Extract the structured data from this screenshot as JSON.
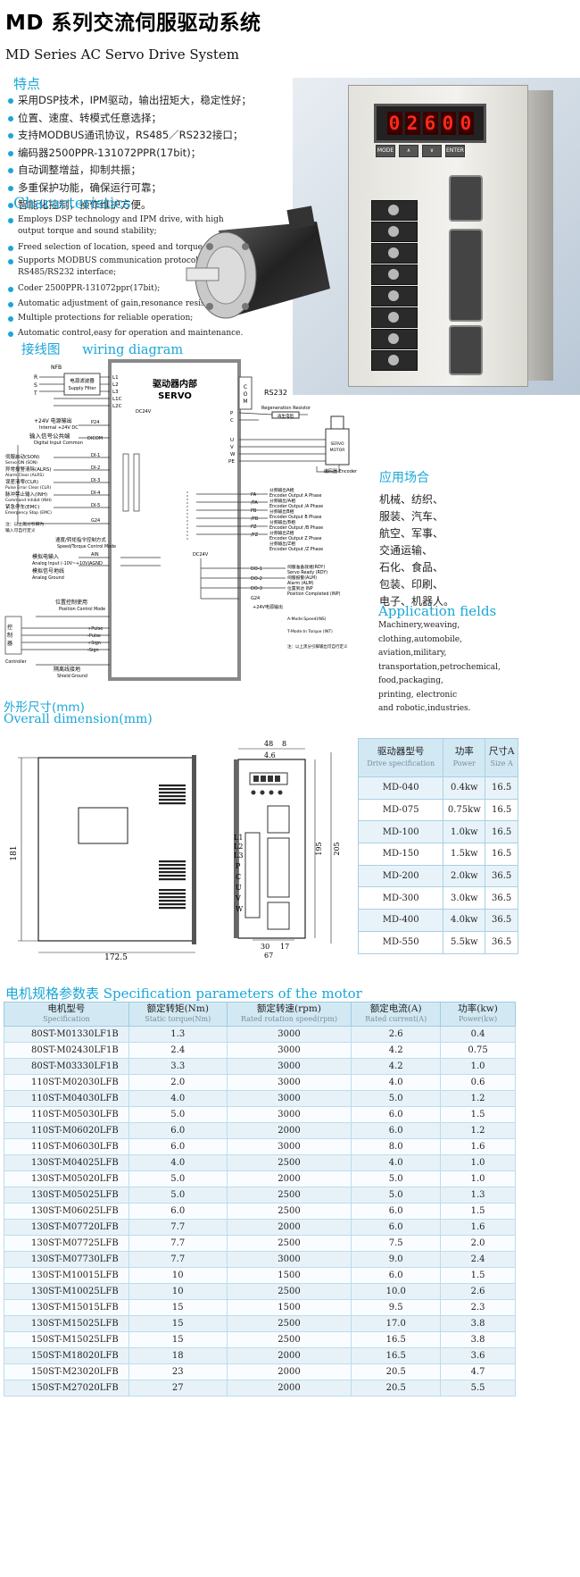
{
  "header": {
    "title_cn": "MD 系列交流伺服驱动系统",
    "title_en": "MD Series AC Servo Drive System"
  },
  "features_cn": {
    "heading": "特点",
    "items": [
      "采用DSP技术，IPM驱动，输出扭矩大，稳定性好；",
      "位置、速度、转模式任意选择；",
      "支持MODBUS通讯协议，RS485／RS232接口；",
      "编码器2500PPR-131072PPR(17bit)；",
      "自动调整增益，抑制共振；",
      "多重保护功能，确保运行可靠；",
      "智能化控制，操作维护方便。"
    ]
  },
  "features_en": {
    "heading": "Characteristics",
    "items": [
      "Employs DSP technology and IPM drive, with high output torque and sound stability;",
      "Freed selection of location, speed and torque mode;",
      "Supports MODBUS communication protocol and RS485/RS232 interface;",
      "Coder 2500PPR-131072ppr(17bit);",
      "Automatic adjustment of gain,resonance resistant;",
      "Multiple protections for reliable operation;",
      "Automatic control,easy for operation and maintenance."
    ]
  },
  "product": {
    "display_value": "02600",
    "buttons": [
      "MODE",
      "∧",
      "∨",
      "ENTER"
    ],
    "terminal_count": 8
  },
  "wiring": {
    "heading_cn": "接线图",
    "heading_en": "wiring diagram",
    "servo_title_cn": "驱动器内部",
    "servo_title_en": "SERVO",
    "com": "COM",
    "rs232": "RS232",
    "supply_filter_cn": "电源滤波器",
    "supply_filter_en": "Supply Filter",
    "mains": [
      "R",
      "S",
      "T"
    ],
    "mains_label": "NFB",
    "power_terms": [
      "L1",
      "L2",
      "L3",
      "L1C",
      "L2C"
    ],
    "terms_right": [
      "P",
      "C",
      "U",
      "V",
      "W",
      "PE"
    ],
    "regen": "Regeneration Resistor",
    "regen_cn": "再生电阻",
    "motor_box": "SERVO MOTOR",
    "encoder": "编码器 Encoder",
    "internal_24v": "+24V 电源输出",
    "internal_24v_en": "Internal +24V DC",
    "p24": "P24",
    "dc24v": "DC24V",
    "dig_in": "输入信号公共端",
    "dig_in_en": "Digital Input Common",
    "dicom": "DICOM",
    "inputs": [
      {
        "cn": "伺服启动(SON)",
        "en": "Servo ON (SON)",
        "t": "DI-1"
      },
      {
        "cn": "异常报警清除(ALRS)",
        "en": "Alarm Clear (ALRS)",
        "t": "DI-2"
      },
      {
        "cn": "误差清零(CLR)",
        "en": "Pulse Error Clear (CLR)",
        "t": "DI-3"
      },
      {
        "cn": "脉冲禁止输入(INH)",
        "en": "Command Inhibit (INH)",
        "t": "DI-4"
      },
      {
        "cn": "紧急停车(EMC)",
        "en": "Emergency Stop (EMC)",
        "t": "DI-5"
      }
    ],
    "g24": "G24",
    "note_in": "注：以上黑分引脚为输入可自行定义",
    "analog_title": "速度/转矩指令控制方式",
    "analog_title_en": "Speed/Torque Control Mode",
    "analog_in": "模拟电输入",
    "analog_in_en": "Analog Input (-10V~+10V)",
    "analog_gnd": "模拟信号地线",
    "analog_gnd_en": "Analog Ground",
    "ain": "AIN",
    "agnd": "AGND",
    "enc_outputs": [
      {
        "t": "PA",
        "cn": "分频输出A相",
        "en": "Encoder Output A Phase"
      },
      {
        "t": "/PA",
        "cn": "分频输出/A相",
        "en": "Encoder Output /A Phase"
      },
      {
        "t": "PB",
        "cn": "分频输出B相",
        "en": "Encoder Output B Phase"
      },
      {
        "t": "/PB",
        "cn": "分频输出/B相",
        "en": "Encoder Output /B Phase"
      },
      {
        "t": "PZ",
        "cn": "分频输出Z相",
        "en": "Encoder Output Z Phase"
      },
      {
        "t": "/PZ",
        "cn": "分频输出/Z相",
        "en": "Encoder Output /Z Phase"
      }
    ],
    "digital_outputs": [
      {
        "t": "DO-1",
        "cn": "伺服准备就绪(RDY)",
        "en": "Servo Ready (RDY)"
      },
      {
        "t": "DO-2",
        "cn": "伺服报警(ALM)",
        "en": "Alarm (ALM)"
      },
      {
        "t": "DO-3",
        "cn": "位置到达 INP",
        "en": "Position Completed (INP)"
      }
    ],
    "out_24v": "+24V电源输出",
    "pos_title": "位置控制使用",
    "pos_title_en": "Position Control Mode",
    "pulse": [
      "+Pulse",
      "-Pulse",
      "+Sign",
      "-Sign"
    ],
    "controller": "控制器",
    "controller_en": "Controller",
    "shield": "隔离线接地",
    "shield_en": "Shield Ground",
    "note_out": "注：以上黑分引脚输出可自行定义"
  },
  "applications": {
    "heading_cn": "应用场合",
    "list_cn": [
      "机械、纺织、",
      "服装、汽车、",
      "航空、军事、",
      "交通运输、",
      "石化、食品、",
      "包装、印刷、",
      "电子、机器人。"
    ],
    "heading_en": "Application fields",
    "list_en": [
      "Machinery,weaving,",
      "clothing,automobile,",
      "aviation,military,",
      "transportation,petrochemical,",
      "food,packaging,",
      "printing, electronic",
      "and robotic,industries."
    ]
  },
  "dimension": {
    "heading_cn": "外形尺寸(mm)",
    "heading_en": "Overall dimension(mm)",
    "w": "172.5",
    "h": "181",
    "top1": "48",
    "top2": "8",
    "top3": "4.6",
    "height_r": "195",
    "height_r2": "205",
    "bot1": "30",
    "bot2": "17",
    "bot3": "67",
    "terms": [
      "L1",
      "L2",
      "L3",
      "P",
      "C",
      "U",
      "V",
      "W"
    ]
  },
  "drive_table": {
    "headers": [
      {
        "cn": "驱动器型号",
        "en": "Drive specification"
      },
      {
        "cn": "功率",
        "en": "Power"
      },
      {
        "cn": "尺寸A",
        "en": "Size A"
      }
    ],
    "rows": [
      [
        "MD-040",
        "0.4kw",
        "16.5"
      ],
      [
        "MD-075",
        "0.75kw",
        "16.5"
      ],
      [
        "MD-100",
        "1.0kw",
        "16.5"
      ],
      [
        "MD-150",
        "1.5kw",
        "16.5"
      ],
      [
        "MD-200",
        "2.0kw",
        "36.5"
      ],
      [
        "MD-300",
        "3.0kw",
        "36.5"
      ],
      [
        "MD-400",
        "4.0kw",
        "36.5"
      ],
      [
        "MD-550",
        "5.5kw",
        "36.5"
      ]
    ]
  },
  "motor_table": {
    "heading": "电机规格参数表 Specification parameters of the motor",
    "headers": [
      {
        "cn": "电机型号",
        "en": "Specification"
      },
      {
        "cn": "额定转矩(Nm)",
        "en": "Static torque(Nm)"
      },
      {
        "cn": "额定转速(rpm)",
        "en": "Rated rotation speed(rpm)"
      },
      {
        "cn": "额定电流(A)",
        "en": "Rated current(A)"
      },
      {
        "cn": "功率(kw)",
        "en": "Power(kw)"
      }
    ],
    "rows": [
      [
        "80ST-M01330LF1B",
        "1.3",
        "3000",
        "2.6",
        "0.4"
      ],
      [
        "80ST-M02430LF1B",
        "2.4",
        "3000",
        "4.2",
        "0.75"
      ],
      [
        "80ST-M03330LF1B",
        "3.3",
        "3000",
        "4.2",
        "1.0"
      ],
      [
        "110ST-M02030LFB",
        "2.0",
        "3000",
        "4.0",
        "0.6"
      ],
      [
        "110ST-M04030LFB",
        "4.0",
        "3000",
        "5.0",
        "1.2"
      ],
      [
        "110ST-M05030LFB",
        "5.0",
        "3000",
        "6.0",
        "1.5"
      ],
      [
        "110ST-M06020LFB",
        "6.0",
        "2000",
        "6.0",
        "1.2"
      ],
      [
        "110ST-M06030LFB",
        "6.0",
        "3000",
        "8.0",
        "1.6"
      ],
      [
        "130ST-M04025LFB",
        "4.0",
        "2500",
        "4.0",
        "1.0"
      ],
      [
        "130ST-M05020LFB",
        "5.0",
        "2000",
        "5.0",
        "1.0"
      ],
      [
        "130ST-M05025LFB",
        "5.0",
        "2500",
        "5.0",
        "1.3"
      ],
      [
        "130ST-M06025LFB",
        "6.0",
        "2500",
        "6.0",
        "1.5"
      ],
      [
        "130ST-M07720LFB",
        "7.7",
        "2000",
        "6.0",
        "1.6"
      ],
      [
        "130ST-M07725LFB",
        "7.7",
        "2500",
        "7.5",
        "2.0"
      ],
      [
        "130ST-M07730LFB",
        "7.7",
        "3000",
        "9.0",
        "2.4"
      ],
      [
        "130ST-M10015LFB",
        "10",
        "1500",
        "6.0",
        "1.5"
      ],
      [
        "130ST-M10025LFB",
        "10",
        "2500",
        "10.0",
        "2.6"
      ],
      [
        "130ST-M15015LFB",
        "15",
        "1500",
        "9.5",
        "2.3"
      ],
      [
        "130ST-M15025LFB",
        "15",
        "2500",
        "17.0",
        "3.8"
      ],
      [
        "150ST-M15025LFB",
        "15",
        "2500",
        "16.5",
        "3.8"
      ],
      [
        "150ST-M18020LFB",
        "18",
        "2000",
        "16.5",
        "3.6"
      ],
      [
        "150ST-M23020LFB",
        "23",
        "2000",
        "20.5",
        "4.7"
      ],
      [
        "150ST-M27020LFB",
        "27",
        "2000",
        "20.5",
        "5.5"
      ]
    ]
  }
}
